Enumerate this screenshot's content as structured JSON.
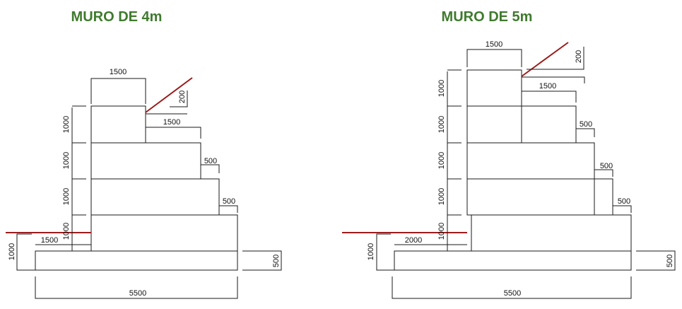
{
  "wall_4m": {
    "title": "MURO DE 4m",
    "top_width": "1500",
    "slope_height": "200",
    "setback_1": "1500",
    "setback_2": "500",
    "setback_3": "500",
    "course_1": "1000",
    "course_2": "1000",
    "course_3": "1000",
    "course_4": "1000",
    "base_offset": "1500",
    "footing_height": "1000",
    "slab_thickness": "500",
    "base_width": "5500"
  },
  "wall_5m": {
    "title": "MURO DE 5m",
    "top_width": "1500",
    "slope_height": "200",
    "setback_1": "1500",
    "setback_2": "500",
    "setback_3": "500",
    "setback_4": "500",
    "course_1": "1000",
    "course_2": "1000",
    "course_3": "1000",
    "course_4": "1000",
    "course_5": "1000",
    "base_offset": "2000",
    "footing_height": "1000",
    "slab_thickness": "500",
    "base_width": "5500"
  },
  "colors": {
    "title": "#3f7a2e",
    "ground_line": "#9b1c1c",
    "lines": "#1a1a1a"
  }
}
